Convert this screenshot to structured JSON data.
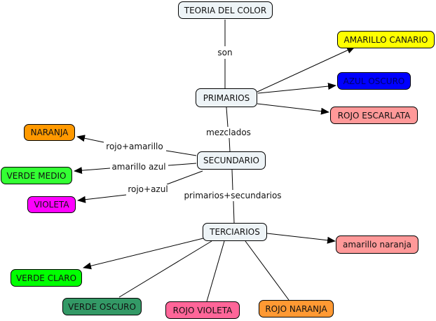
{
  "concepts": {
    "teoria": {
      "label": "TEORIA DEL COLOR",
      "color": "#eef4f7"
    },
    "primarios": {
      "label": "PRIMARIOS",
      "color": "#eef4f7"
    },
    "amarillo_canario": {
      "label": "AMARILLO CANARIO",
      "color": "#ffff00"
    },
    "azul_oscuro": {
      "label": "AZUL OSCURO",
      "color": "#0000ff"
    },
    "rojo_escarlata": {
      "label": "ROJO ESCARLATA",
      "color": "#ff9999"
    },
    "naranja": {
      "label": "NARANJA",
      "color": "#ff9900"
    },
    "secundario": {
      "label": "SECUNDARIO",
      "color": "#eef4f7"
    },
    "verde_medio": {
      "label": "VERDE MEDIO",
      "color": "#33ff33"
    },
    "violeta": {
      "label": "VIOLETA",
      "color": "#ff00ff"
    },
    "terciarios": {
      "label": "TERCIARIOS",
      "color": "#eef4f7"
    },
    "amarillo_naranja": {
      "label": "amarillo naranja",
      "color": "#ff9999"
    },
    "verde_claro": {
      "label": "VERDE CLARO",
      "color": "#00ff00"
    },
    "verde_oscuro": {
      "label": "VERDE OSCURO",
      "color": "#339966"
    },
    "rojo_violeta": {
      "label": "ROJO VIOLETA",
      "color": "#ff6699"
    },
    "rojo_naranja": {
      "label": "ROJO NARANJA",
      "color": "#ff9933"
    }
  },
  "links": {
    "son": "son",
    "mezclados": "mezclados",
    "rojo_amarillo": "rojo+amarillo",
    "amarillo_azul": "amarillo azul",
    "rojo_azul": "rojo+azul",
    "primarios_secundarios": "primarios+secundarios"
  }
}
